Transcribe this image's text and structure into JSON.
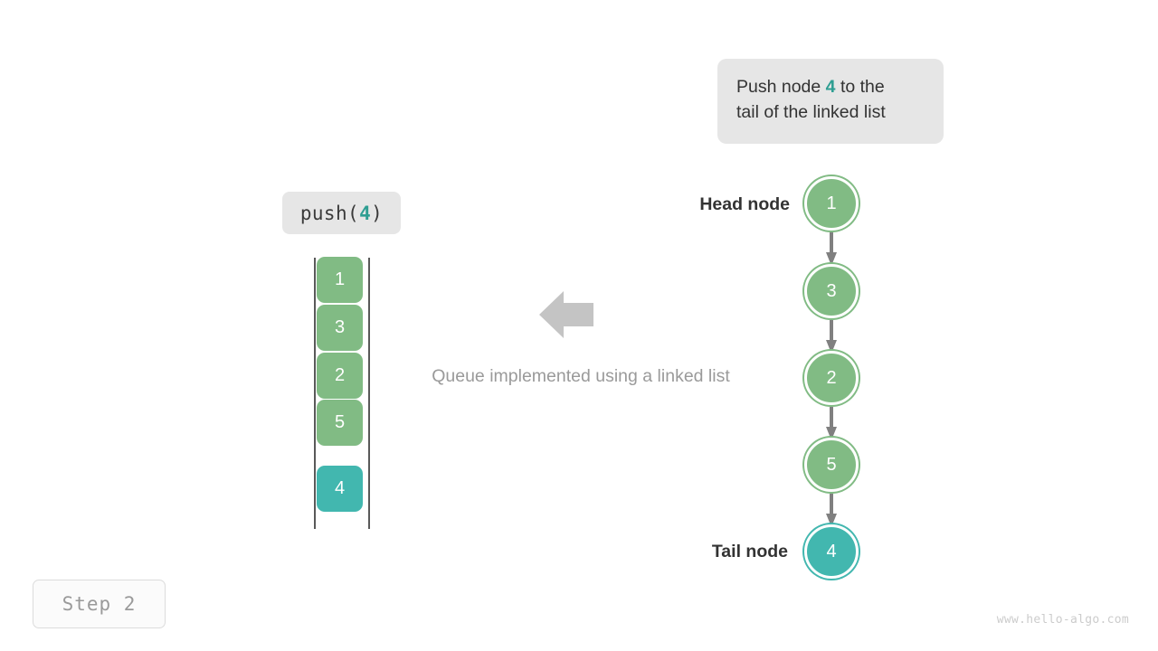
{
  "callout": {
    "line1_pre": "Push node ",
    "line1_value": "4",
    "line1_post": " to the",
    "line2": "tail of the linked list"
  },
  "operation": {
    "prefix": "push(",
    "value": "4",
    "suffix": ")"
  },
  "array": {
    "cells": [
      {
        "value": "1",
        "color_name": "green",
        "color": "#81bb84"
      },
      {
        "value": "3",
        "color_name": "green",
        "color": "#81bb84"
      },
      {
        "value": "2",
        "color_name": "green",
        "color": "#81bb84"
      },
      {
        "value": "5",
        "color_name": "green",
        "color": "#81bb84"
      },
      {
        "value": "4",
        "color_name": "teal",
        "color": "#42b7af"
      }
    ]
  },
  "middle": {
    "arrow_icon": "arrow-left-icon",
    "caption": "Queue implemented using a linked list"
  },
  "linked_list": {
    "head_label": "Head node",
    "tail_label": "Tail node",
    "nodes": [
      {
        "value": "1",
        "color_name": "green",
        "color": "#81bb84"
      },
      {
        "value": "3",
        "color_name": "green",
        "color": "#81bb84"
      },
      {
        "value": "2",
        "color_name": "green",
        "color": "#81bb84"
      },
      {
        "value": "5",
        "color_name": "green",
        "color": "#81bb84"
      },
      {
        "value": "4",
        "color_name": "teal",
        "color": "#42b7af"
      }
    ]
  },
  "step_badge": "Step 2",
  "watermark": "www.hello-algo.com",
  "colors": {
    "green": "#81bb84",
    "teal": "#42b7af",
    "accent_text": "#2e9e92",
    "box_bg": "#e6e6e6",
    "arrow_gray": "#808080",
    "caption_gray": "#9a9a9a"
  }
}
